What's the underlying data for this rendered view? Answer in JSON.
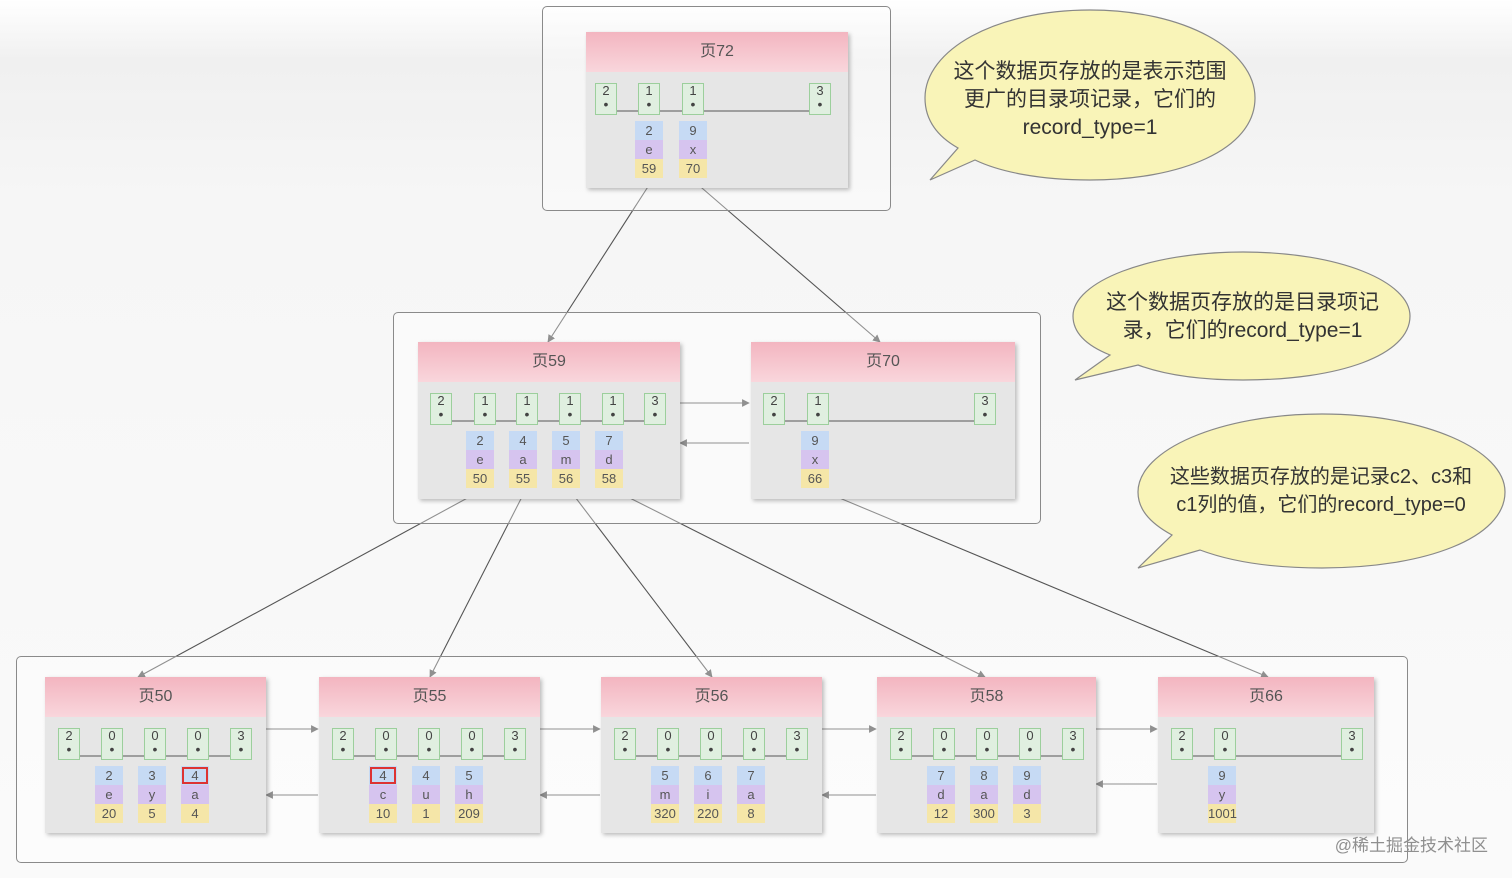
{
  "pages": {
    "p72": {
      "title": "页72",
      "headers": [
        "2",
        "1",
        "1",
        "3"
      ],
      "records": [
        [
          "2",
          "e",
          "59"
        ],
        [
          "9",
          "x",
          "70"
        ]
      ]
    },
    "p59": {
      "title": "页59",
      "headers": [
        "2",
        "1",
        "1",
        "1",
        "1",
        "3"
      ],
      "records": [
        [
          "2",
          "e",
          "50"
        ],
        [
          "4",
          "a",
          "55"
        ],
        [
          "5",
          "m",
          "56"
        ],
        [
          "7",
          "d",
          "58"
        ]
      ]
    },
    "p70": {
      "title": "页70",
      "headers": [
        "2",
        "1",
        "3"
      ],
      "records": [
        [
          "9",
          "x",
          "66"
        ]
      ]
    },
    "p50": {
      "title": "页50",
      "headers": [
        "2",
        "0",
        "0",
        "0",
        "3"
      ],
      "records": [
        [
          "2",
          "e",
          "20"
        ],
        [
          "3",
          "y",
          "5"
        ],
        [
          "4",
          "a",
          "4"
        ]
      ]
    },
    "p55": {
      "title": "页55",
      "headers": [
        "2",
        "0",
        "0",
        "0",
        "3"
      ],
      "records": [
        [
          "4",
          "c",
          "10"
        ],
        [
          "4",
          "u",
          "1"
        ],
        [
          "5",
          "h",
          "209"
        ]
      ]
    },
    "p56": {
      "title": "页56",
      "headers": [
        "2",
        "0",
        "0",
        "0",
        "3"
      ],
      "records": [
        [
          "5",
          "m",
          "320"
        ],
        [
          "6",
          "i",
          "220"
        ],
        [
          "7",
          "a",
          "8"
        ]
      ]
    },
    "p58": {
      "title": "页58",
      "headers": [
        "2",
        "0",
        "0",
        "0",
        "3"
      ],
      "records": [
        [
          "7",
          "d",
          "12"
        ],
        [
          "8",
          "a",
          "300"
        ],
        [
          "9",
          "d",
          "3"
        ]
      ]
    },
    "p66": {
      "title": "页66",
      "headers": [
        "2",
        "0",
        "3"
      ],
      "records": [
        [
          "9",
          "y",
          "1001"
        ]
      ]
    }
  },
  "bubbles": {
    "top": [
      "这个数据页存放的是表示范围",
      "更广的目录项记录，它们的",
      "record_type=1"
    ],
    "middle": [
      "这个数据页存放的是目录项记",
      "录，它们的record_type=1"
    ],
    "bottom": [
      "这些数据页存放的是记录c2、c3和",
      "c1列的值，它们的record_type=0"
    ]
  },
  "watermark": "@稀土掘金技术社区",
  "colors": {
    "page_title": "#f3b5c0",
    "slot": "#e0efe0",
    "c1": "#c6daf4",
    "c2": "#d6c4ef",
    "c3": "#f5e6a8",
    "bubble": "#f9f4b8",
    "highlight": "#dd3333"
  }
}
